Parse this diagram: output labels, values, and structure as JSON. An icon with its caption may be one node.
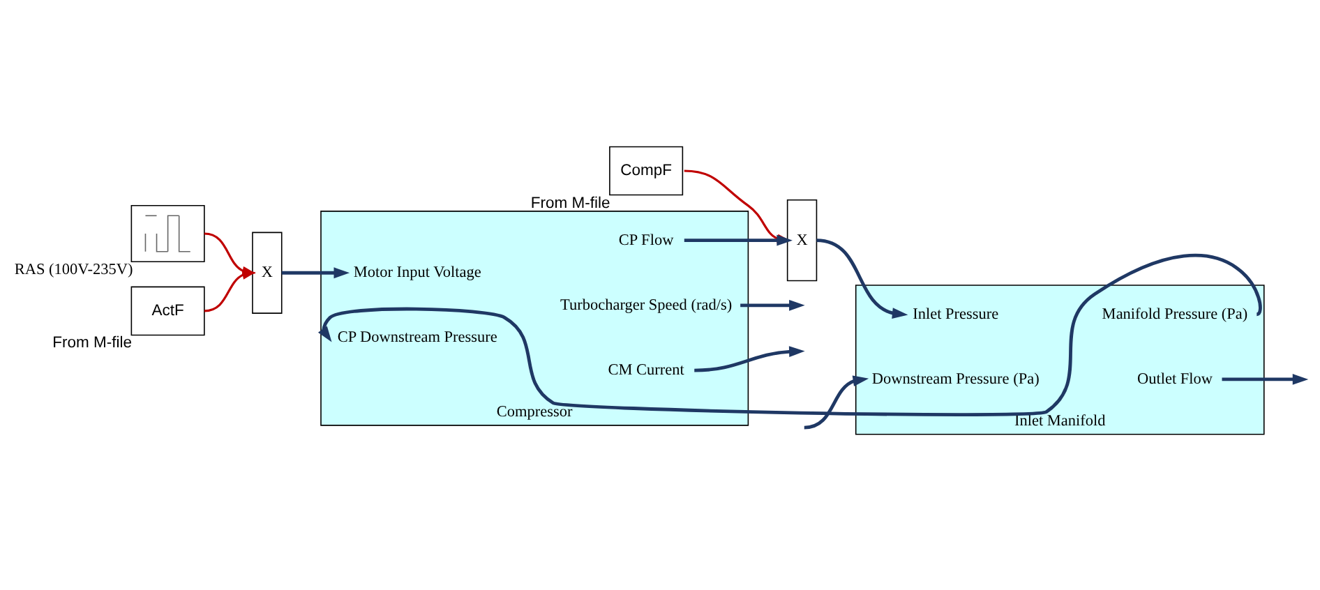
{
  "diagram": {
    "nodes": [
      {
        "text": [
          "CompF"
        ],
        "beside": [
          "From M-file"
        ]
      },
      {
        "text": [],
        "shape": "picture",
        "beside": [
          "RAS (100V-235V)"
        ]
      },
      {
        "text": [
          "ActF"
        ],
        "beside": [
          "From M-file"
        ]
      },
      {
        "text": [
          "X"
        ]
      },
      {
        "text": [
          "Compressor"
        ]
      },
      {
        "text": [
          "Motor Input Voltage"
        ],
        "in": 4
      },
      {
        "text": [
          "CP Flow"
        ],
        "in": 4
      },
      {
        "text": [
          "Turbocharger Speed (rad/s)"
        ],
        "in": 4
      },
      {
        "text": [
          "CP Downstream Pressure"
        ],
        "in": 4
      },
      {
        "text": [
          "CM Current"
        ],
        "in": 4
      },
      {
        "text": [
          "X"
        ]
      },
      {
        "text": [
          "Inlet Manifold"
        ]
      },
      {
        "text": [
          "Inlet Pressure"
        ],
        "in": 11
      },
      {
        "text": [
          "Downstream Pressure (Pa)"
        ],
        "in": 11
      },
      {
        "text": [
          "Outlet Flow"
        ],
        "in": 11
      },
      {
        "text": [
          "Manifold Pressure (Pa)"
        ],
        "in": 11
      }
    ],
    "edges": [
      {
        "from": 0,
        "to": 10,
        "arrow": "to",
        "color": "#c00000"
      },
      {
        "from": 1,
        "to": 3,
        "arrow": "to",
        "color": "#c00000"
      },
      {
        "from": 2,
        "to": 3,
        "arrow": "to",
        "color": "#c00000"
      },
      {
        "from": 3,
        "to": 5,
        "arrow": "to"
      },
      {
        "from": 6,
        "to": 10,
        "arrow": "to"
      },
      {
        "from": 10,
        "to": 12,
        "arrow": "to"
      },
      {
        "from": null,
        "to": 13,
        "arrow": "to"
      },
      {
        "from": 7,
        "to": null,
        "arrow": "to"
      },
      {
        "from": 9,
        "to": null,
        "arrow": "to"
      },
      {
        "from": 14,
        "to": null,
        "arrow": "to"
      },
      {
        "from": 15,
        "to": 8,
        "arrow": "to"
      }
    ]
  }
}
